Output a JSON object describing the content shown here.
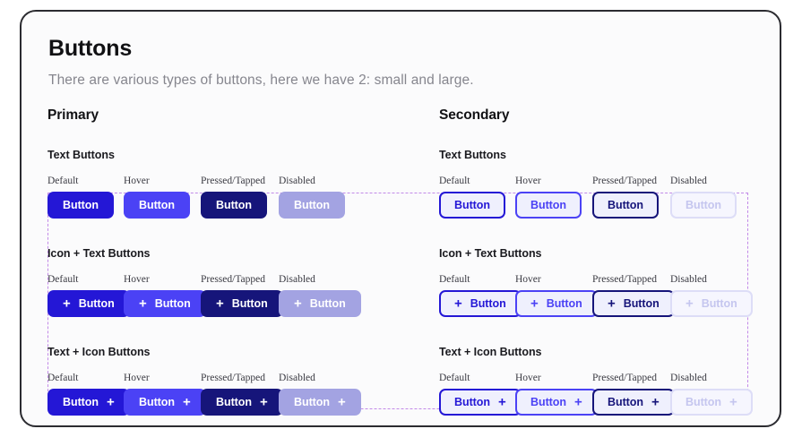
{
  "header": {
    "title": "Buttons",
    "subtitle": "There are various types of buttons, here we have 2: small and large."
  },
  "states": {
    "default": "Default",
    "hover": "Hover",
    "pressed": "Pressed/Tapped",
    "disabled": "Disabled"
  },
  "button_label": "Button",
  "icons": {
    "plus": "+"
  },
  "colors": {
    "primary_default": "#2417d6",
    "primary_hover": "#4b42f5",
    "primary_pressed": "#16157a",
    "primary_disabled": "#a3a3e2",
    "secondary_fill": "#eff0fd",
    "secondary_disabled_border": "#ddddf7",
    "secondary_disabled_text": "#c5c6ef",
    "guide_dashed": "#c28ae8",
    "card_border": "#2b2b30",
    "card_background": "#fbfbfc",
    "title_text": "#111114",
    "subtitle_text": "#86868e"
  },
  "columns": {
    "primary": {
      "title": "Primary",
      "groups": [
        {
          "title": "Text Buttons"
        },
        {
          "title": "Icon + Text Buttons"
        },
        {
          "title": "Text + Icon Buttons"
        }
      ]
    },
    "secondary": {
      "title": "Secondary",
      "groups": [
        {
          "title": "Text Buttons"
        },
        {
          "title": "Icon + Text Buttons"
        },
        {
          "title": "Text + Icon Buttons"
        }
      ]
    }
  }
}
